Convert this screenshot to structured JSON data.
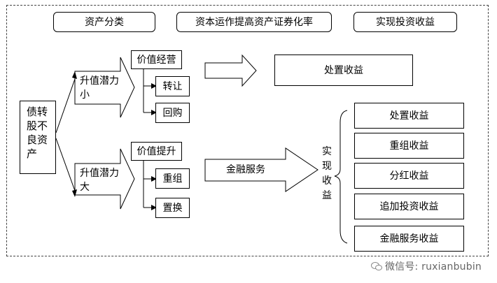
{
  "headers": [
    "资产分类",
    "资本运作提高资产证券化率",
    "实现投资收益"
  ],
  "source": {
    "col1": "债转",
    "col2": "股不",
    "col3": "良资",
    "col4": "产"
  },
  "branch_small": {
    "line1": "升值潜力",
    "line2": "小"
  },
  "branch_large": {
    "line1": "升值潜力",
    "line2": "大"
  },
  "value_ops": "价值经营",
  "value_up": "价值提升",
  "transfer": "转让",
  "buyback": "回购",
  "reorg": "重组",
  "swap": "置换",
  "disposal_top": "处置收益",
  "financial_service": "金融服务",
  "realize": [
    "实",
    "现",
    "收",
    "益"
  ],
  "returns": [
    "处置收益",
    "重组收益",
    "分红收益",
    "追加投资收益",
    "金融服务收益"
  ],
  "watermark": "微信号: ruxianbubin"
}
